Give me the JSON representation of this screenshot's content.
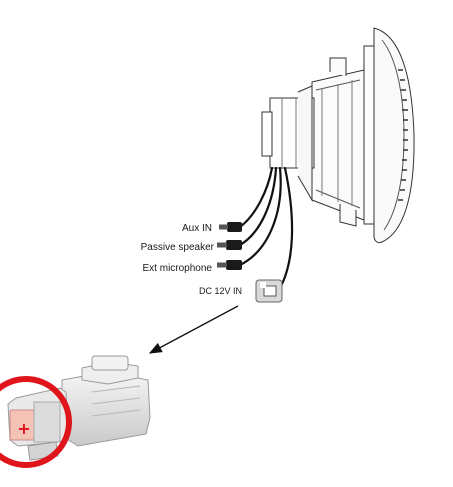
{
  "labels": {
    "aux_in": "Aux IN",
    "passive_speaker": "Passive speaker",
    "ext_microphone": "Ext microphone",
    "dc_12v_in": "DC 12V IN"
  },
  "connector": {
    "polarity_symbol": "+"
  },
  "colors": {
    "highlight_circle": "#e0141b",
    "outline": "#333333",
    "cable": "#111111",
    "connector_body": "#e6e6e6",
    "pin_fill": "#f4c3b6"
  }
}
